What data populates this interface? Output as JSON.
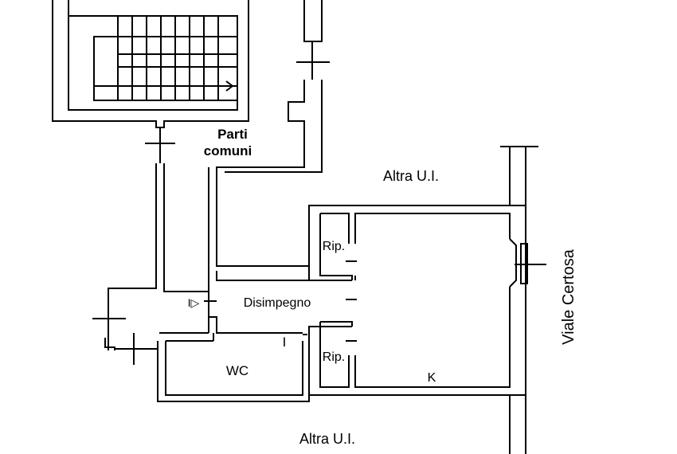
{
  "labels": {
    "common_parts_line1": "Parti",
    "common_parts_line2": "comuni",
    "other_unit_top": "Altra U.I.",
    "other_unit_bottom": "Altra U.I.",
    "street": "Viale Certosa",
    "hallway": "Disimpegno",
    "storage_top": "Rip.",
    "storage_bottom": "Rip.",
    "toilet": "WC",
    "kitchen": "K",
    "entry_mark": "I",
    "entry_arrow": "I▷"
  },
  "colors": {
    "line": "#000000",
    "background": "#ffffff"
  }
}
